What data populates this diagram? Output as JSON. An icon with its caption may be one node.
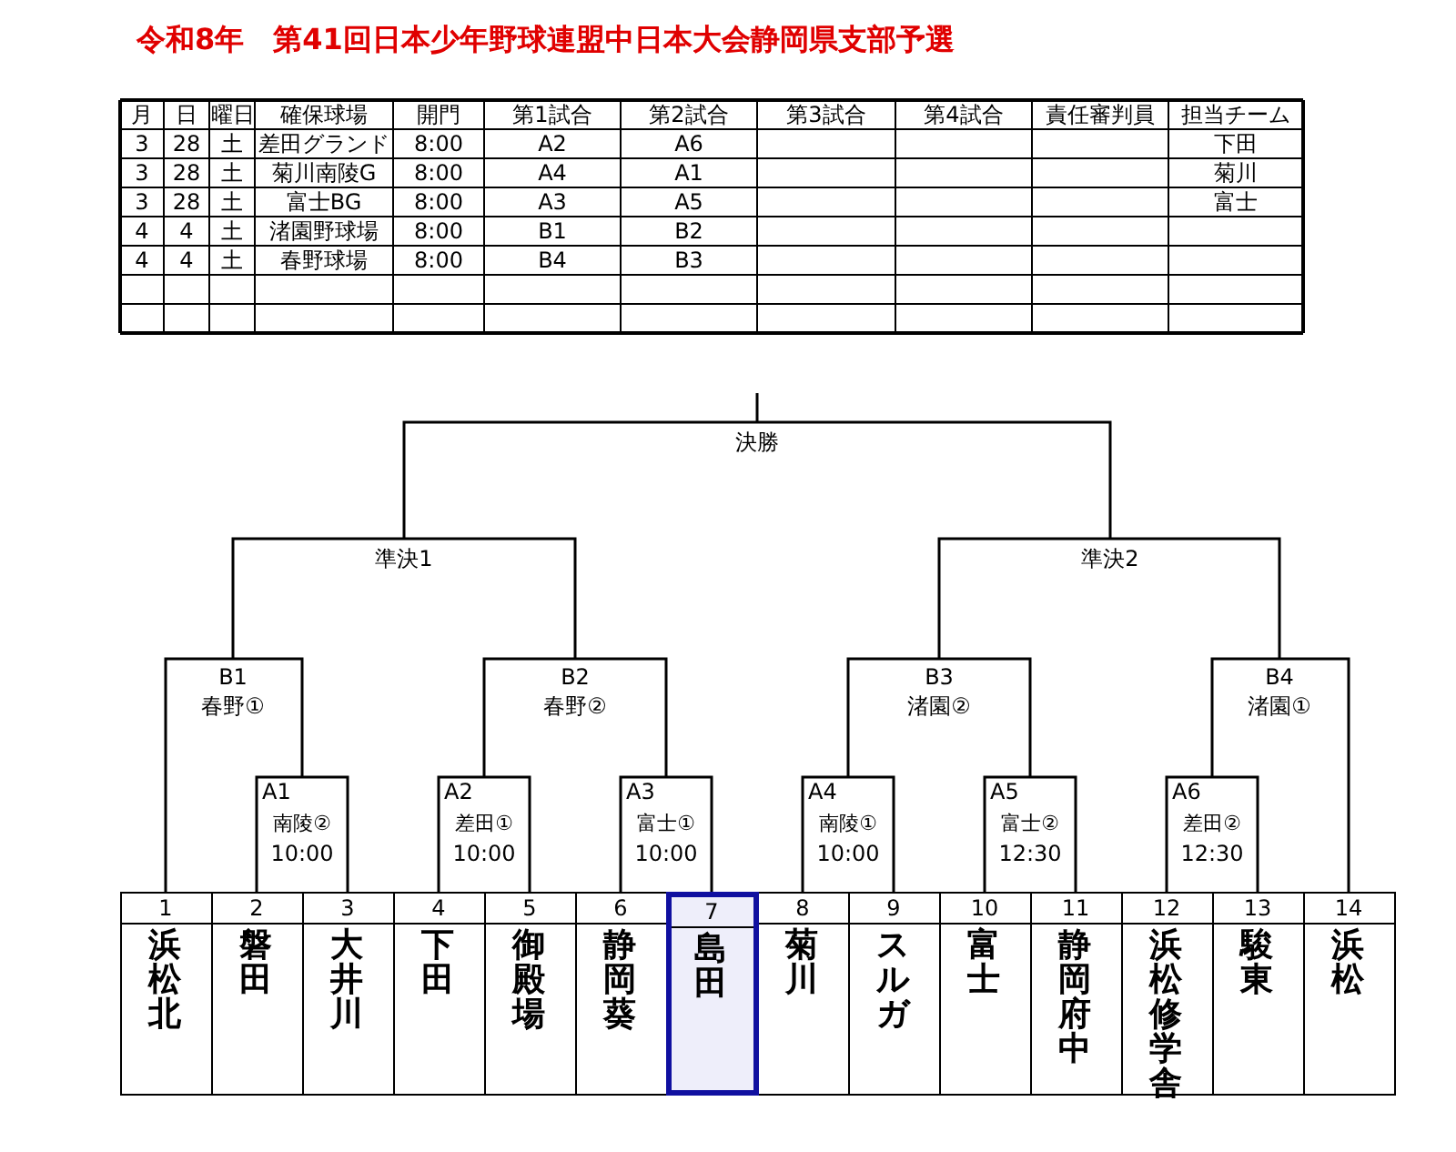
{
  "diagram": {
    "title": "令和8年　第41回日本少年野球連盟中日本大会静岡県支部予選",
    "nodes": [
      {
        "text": [
          "決勝"
        ]
      },
      {
        "text": [
          "準決1"
        ]
      },
      {
        "text": [
          "準決2"
        ]
      },
      {
        "text": [
          "B1",
          "春野①"
        ]
      },
      {
        "text": [
          "B2",
          "春野②"
        ]
      },
      {
        "text": [
          "B3",
          "渚園②"
        ]
      },
      {
        "text": [
          "B4",
          "渚園①"
        ]
      },
      {
        "text": [
          "A1",
          "南陵②",
          "10:00"
        ]
      },
      {
        "text": [
          "A2",
          "差田①",
          "10:00"
        ]
      },
      {
        "text": [
          "A3",
          "富士①",
          "10:00"
        ]
      },
      {
        "text": [
          "A4",
          "南陵①",
          "10:00"
        ]
      },
      {
        "text": [
          "A5",
          "富士②",
          "12:30"
        ]
      },
      {
        "text": [
          "A6",
          "差田②",
          "12:30"
        ]
      },
      {
        "text": [
          "1",
          "浜松北"
        ]
      },
      {
        "text": [
          "2",
          "磐田"
        ]
      },
      {
        "text": [
          "3",
          "大井川"
        ]
      },
      {
        "text": [
          "4",
          "下田"
        ]
      },
      {
        "text": [
          "5",
          "御殿場"
        ]
      },
      {
        "text": [
          "6",
          "静岡葵"
        ]
      },
      {
        "text": [
          "7",
          "島田"
        ]
      },
      {
        "text": [
          "8",
          "菊川"
        ]
      },
      {
        "text": [
          "9",
          "スルガ"
        ]
      },
      {
        "text": [
          "10",
          "富士"
        ]
      },
      {
        "text": [
          "11",
          "静岡府中"
        ]
      },
      {
        "text": [
          "12",
          "浜松修学舎"
        ]
      },
      {
        "text": [
          "13",
          "駿東"
        ]
      },
      {
        "text": [
          "14",
          "浜松"
        ]
      }
    ],
    "edges": [
      {
        "from": 0,
        "to": null,
        "arrow": "none"
      },
      {
        "from": 1,
        "to": 0,
        "arrow": "none"
      },
      {
        "from": 2,
        "to": 0,
        "arrow": "none"
      },
      {
        "from": 3,
        "to": 1,
        "arrow": "none"
      },
      {
        "from": 4,
        "to": 1,
        "arrow": "none"
      },
      {
        "from": 5,
        "to": 2,
        "arrow": "none"
      },
      {
        "from": 6,
        "to": 2,
        "arrow": "none"
      },
      {
        "from": 13,
        "to": 3,
        "arrow": "none"
      },
      {
        "from": 7,
        "to": 3,
        "arrow": "none"
      },
      {
        "from": 8,
        "to": 4,
        "arrow": "none"
      },
      {
        "from": 9,
        "to": 4,
        "arrow": "none"
      },
      {
        "from": 10,
        "to": 5,
        "arrow": "none"
      },
      {
        "from": 11,
        "to": 5,
        "arrow": "none"
      },
      {
        "from": 12,
        "to": 6,
        "arrow": "none"
      },
      {
        "from": 26,
        "to": 6,
        "arrow": "none"
      },
      {
        "from": 14,
        "to": 7,
        "arrow": "none"
      },
      {
        "from": 15,
        "to": 7,
        "arrow": "none"
      },
      {
        "from": 16,
        "to": 8,
        "arrow": "none"
      },
      {
        "from": 17,
        "to": 8,
        "arrow": "none"
      },
      {
        "from": 18,
        "to": 9,
        "arrow": "none"
      },
      {
        "from": 19,
        "to": 9,
        "arrow": "none"
      },
      {
        "from": 20,
        "to": 10,
        "arrow": "none"
      },
      {
        "from": 21,
        "to": 10,
        "arrow": "none"
      },
      {
        "from": 22,
        "to": 11,
        "arrow": "none"
      },
      {
        "from": 23,
        "to": 11,
        "arrow": "none"
      },
      {
        "from": 24,
        "to": 12,
        "arrow": "none"
      },
      {
        "from": 25,
        "to": 12,
        "arrow": "none"
      }
    ],
    "labels": [
      "月",
      "日",
      "曜日",
      "確保球場",
      "開門",
      "第1試合",
      "第2試合",
      "第3試合",
      "第4試合",
      "責任審判員",
      "担当チーム",
      "3",
      "28",
      "土",
      "差田グランド",
      "8:00",
      "A2",
      "A6",
      "下田",
      "3",
      "28",
      "土",
      "菊川南陵G",
      "8:00",
      "A4",
      "A1",
      "菊川",
      "3",
      "28",
      "土",
      "富士BG",
      "8:00",
      "A3",
      "A5",
      "富士",
      "4",
      "4",
      "土",
      "渚園野球場",
      "8:00",
      "B1",
      "B2",
      "4",
      "4",
      "土",
      "春野球場",
      "8:00",
      "B4",
      "B3"
    ]
  }
}
